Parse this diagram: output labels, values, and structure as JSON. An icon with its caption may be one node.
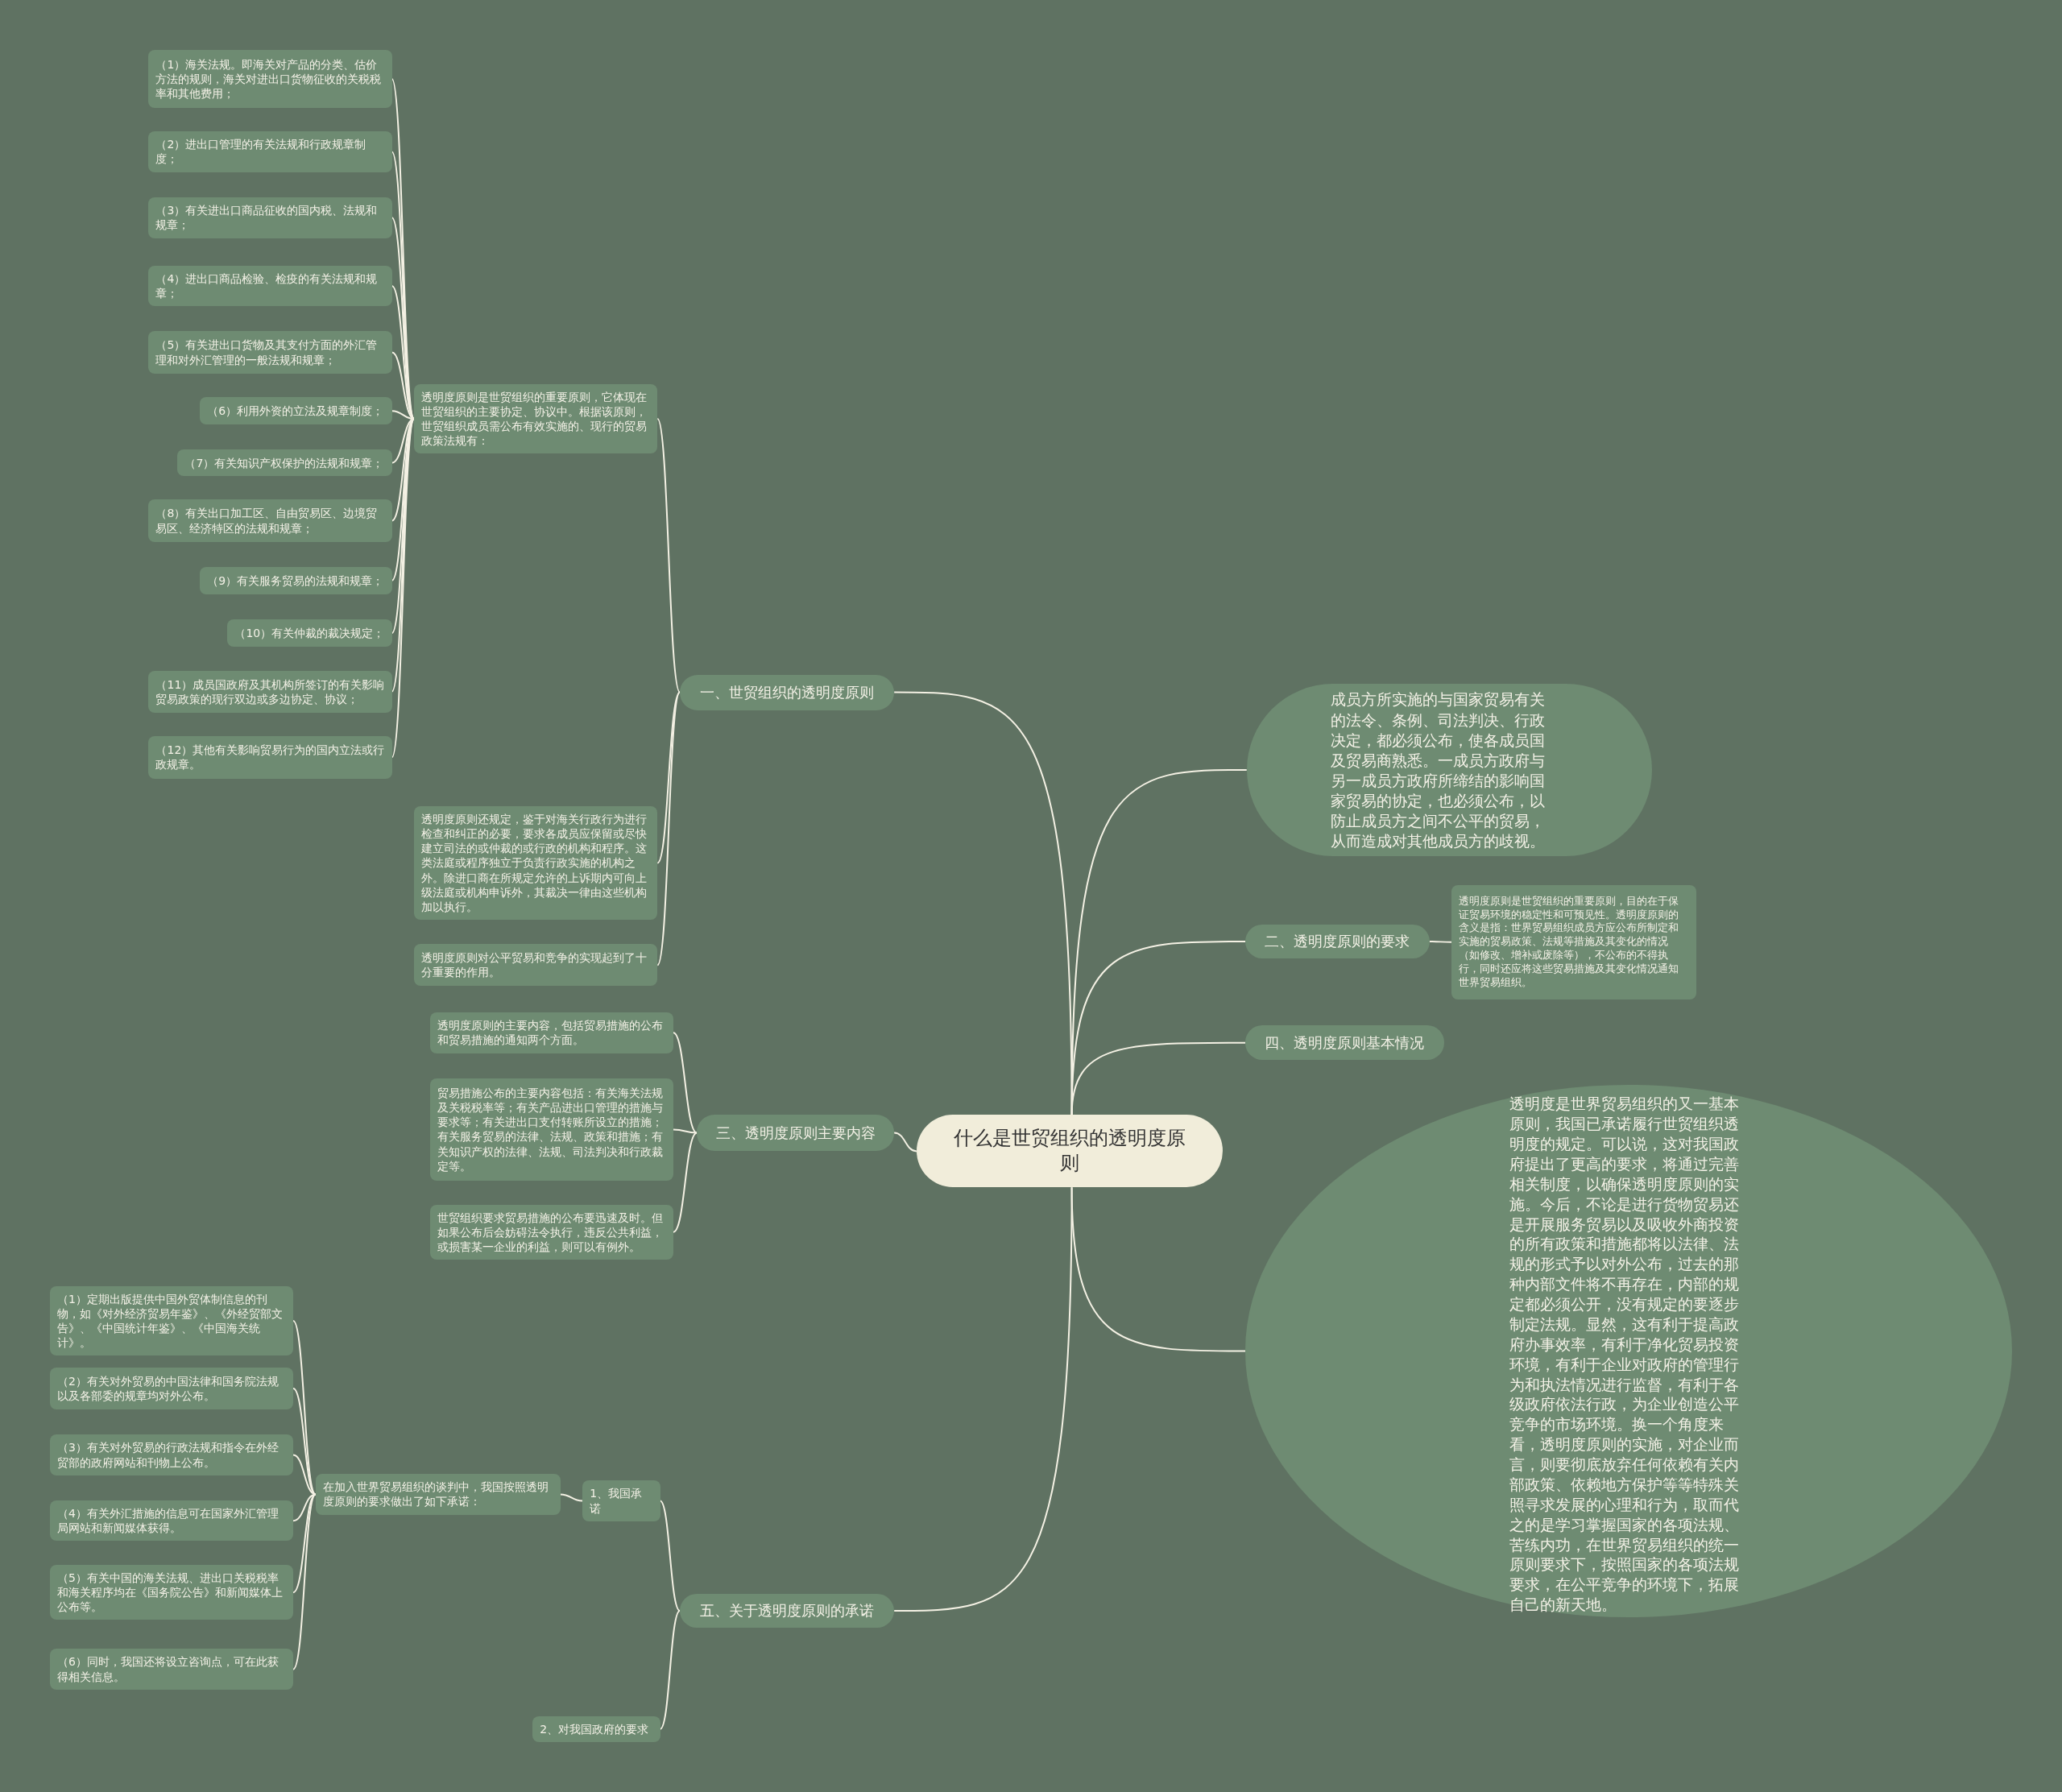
{
  "diagram": {
    "nodes": [
      {
        "text": [
          "什么是世贸组织的透明度原则"
        ]
      },
      {
        "text": [
          "一、世贸组织的透明度原则"
        ]
      },
      {
        "text": [
          "透明度原则是世贸组织的重要原则，它体现在世贸组织的主要协定、协议中。根据该原则，世贸组织成员需公布有效实施的、现行的贸易政策法规有："
        ]
      },
      {
        "text": [
          "（1）海关法规。即海关对产品的分类、估价方法的规则，海关对进出口货物征收的关税税率和其他费用；"
        ]
      },
      {
        "text": [
          "（2）进出口管理的有关法规和行政规章制度；"
        ]
      },
      {
        "text": [
          "（3）有关进出口商品征收的国内税、法规和规章；"
        ]
      },
      {
        "text": [
          "（4）进出口商品检验、检疫的有关法规和规章；"
        ]
      },
      {
        "text": [
          "（5）有关进出口货物及其支付方面的外汇管理和对外汇管理的一般法规和规章；"
        ]
      },
      {
        "text": [
          "（6）利用外资的立法及规章制度；"
        ]
      },
      {
        "text": [
          "（7）有关知识产权保护的法规和规章；"
        ]
      },
      {
        "text": [
          "（8）有关出口加工区、自由贸易区、边境贸易区、经济特区的法规和规章；"
        ]
      },
      {
        "text": [
          "（9）有关服务贸易的法规和规章；"
        ]
      },
      {
        "text": [
          "（10）有关仲裁的裁决规定；"
        ]
      },
      {
        "text": [
          "（11）成员国政府及其机构所签订的有关影响贸易政策的现行双边或多边协定、协议；"
        ]
      },
      {
        "text": [
          "（12）其他有关影响贸易行为的国内立法或行政规章。"
        ]
      },
      {
        "text": [
          "透明度原则还规定，鉴于对海关行政行为进行检查和纠正的必要，要求各成员应保留或尽快建立司法的或仲裁的或行政的机构和程序。这类法庭或程序独立于负责行政实施的机构之外。除进口商在所规定允许的上诉期内可向上级法庭或机构申诉外，其裁决一律由这些机构加以执行。"
        ]
      },
      {
        "text": [
          "透明度原则对公平贸易和竞争的实现起到了十分重要的作用。"
        ]
      },
      {
        "text": [
          "三、透明度原则主要内容"
        ]
      },
      {
        "text": [
          "透明度原则的主要内容，包括贸易措施的公布和贸易措施的通知两个方面。"
        ]
      },
      {
        "text": [
          "贸易措施公布的主要内容包括：有关海关法规及关税税率等；有关产品进出口管理的措施与要求等；有关进出口支付转账所设立的措施；有关服务贸易的法律、法规、政策和措施；有关知识产权的法律、法规、司法判决和行政裁定等。"
        ]
      },
      {
        "text": [
          "世贸组织要求贸易措施的公布要迅速及时。但如果公布后会妨碍法令执行，违反公共利益，或损害某一企业的利益，则可以有例外。"
        ]
      },
      {
        "text": [
          "五、关于透明度原则的承诺"
        ]
      },
      {
        "text": [
          "1、我国承诺"
        ]
      },
      {
        "text": [
          "在加入世界贸易组织的谈判中，我国按照透明度原则的要求做出了如下承诺："
        ]
      },
      {
        "text": [
          "（1）定期出版提供中国外贸体制信息的刊物，如《对外经济贸易年鉴》、《外经贸部文告》、《中国统计年鉴》、《中国海关统计》。"
        ]
      },
      {
        "text": [
          "（2）有关对外贸易的中国法律和国务院法规以及各部委的规章均对外公布。"
        ]
      },
      {
        "text": [
          "（3）有关对外贸易的行政法规和指令在外经贸部的政府网站和刊物上公布。"
        ]
      },
      {
        "text": [
          "（4）有关外汇措施的信息可在国家外汇管理局网站和新闻媒体获得。"
        ]
      },
      {
        "text": [
          "（5）有关中国的海关法规、进出口关税税率和海关程序均在《国务院公告》和新闻媒体上公布等。"
        ]
      },
      {
        "text": [
          "（6）同时，我国还将设立咨询点，可在此获得相关信息。"
        ]
      },
      {
        "text": [
          "2、对我国政府的要求"
        ]
      },
      {
        "text": [
          "成员方所实施的与国家贸易有关的法令、条例、司法判决、行政决定，都必须公布，使各成员国及贸易商熟悉。一成员方政府与另一成员方政府所缔结的影响国家贸易的协定，也必须公布，以防止成员方之间不公平的贸易，从而造成对其他成员方的歧视。"
        ]
      },
      {
        "text": [
          "二、透明度原则的要求"
        ]
      },
      {
        "text": [
          "透明度原则是世贸组织的重要原则，目的在于保证贸易环境的稳定性和可预见性。透明度原则的含义是指：世界贸易组织成员方应公布所制定和实施的贸易政策、法规等措施及其变化的情况（如修改、增补或废除等），不公布的不得执行，同时还应将这些贸易措施及其变化情况通知世界贸易组织。"
        ]
      },
      {
        "text": [
          "四、透明度原则基本情况"
        ]
      },
      {
        "text": [
          "透明度是世界贸易组织的又一基本原则，我国已承诺履行世贸组织透明度的规定。可以说，这对我国政府提出了更高的要求，将通过完善相关制度，以确保透明度原则的实施。今后，不论是进行货物贸易还是开展服务贸易以及吸收外商投资的所有政策和措施都将以法律、法规的形式予以对外公布，过去的那种内部文件将不再存在，内部的规定都必须公开，没有规定的要逐步制定法规。显然，这有利于提高政府办事效率，有利于净化贸易投资环境，有利于企业对政府的管理行为和执法情况进行监督，有利于各级政府依法行政，为企业创造公平竞争的市场环境。换一个角度来看，透明度原则的实施，对企业而言，则要彻底放弃任何依赖有关内部政策、依赖地方保护等等特殊关照寻求发展的心理和行为，取而代之的是学习掌握国家的各项法规、苦练内功，在世界贸易组织的统一原则要求下，按照国家的各项法规要求，在公平竞争的环境下，拓展自己的新天地。"
        ]
      }
    ],
    "edges": [
      {
        "from": 0,
        "to": 1,
        "arrow": "none"
      },
      {
        "from": 1,
        "to": 2,
        "arrow": "none"
      },
      {
        "from": 2,
        "to": 3,
        "arrow": "none"
      },
      {
        "from": 2,
        "to": 4,
        "arrow": "none"
      },
      {
        "from": 2,
        "to": 5,
        "arrow": "none"
      },
      {
        "from": 2,
        "to": 6,
        "arrow": "none"
      },
      {
        "from": 2,
        "to": 7,
        "arrow": "none"
      },
      {
        "from": 2,
        "to": 8,
        "arrow": "none"
      },
      {
        "from": 2,
        "to": 9,
        "arrow": "none"
      },
      {
        "from": 2,
        "to": 10,
        "arrow": "none"
      },
      {
        "from": 2,
        "to": 11,
        "arrow": "none"
      },
      {
        "from": 2,
        "to": 12,
        "arrow": "none"
      },
      {
        "from": 2,
        "to": 13,
        "arrow": "none"
      },
      {
        "from": 2,
        "to": 14,
        "arrow": "none"
      },
      {
        "from": 1,
        "to": 15,
        "arrow": "none"
      },
      {
        "from": 1,
        "to": 16,
        "arrow": "none"
      },
      {
        "from": 0,
        "to": 17,
        "arrow": "none"
      },
      {
        "from": 17,
        "to": 18,
        "arrow": "none"
      },
      {
        "from": 17,
        "to": 19,
        "arrow": "none"
      },
      {
        "from": 17,
        "to": 20,
        "arrow": "none"
      },
      {
        "from": 0,
        "to": 21,
        "arrow": "none"
      },
      {
        "from": 21,
        "to": 22,
        "arrow": "none"
      },
      {
        "from": 22,
        "to": 23,
        "arrow": "none"
      },
      {
        "from": 23,
        "to": 24,
        "arrow": "none"
      },
      {
        "from": 23,
        "to": 25,
        "arrow": "none"
      },
      {
        "from": 23,
        "to": 26,
        "arrow": "none"
      },
      {
        "from": 23,
        "to": 27,
        "arrow": "none"
      },
      {
        "from": 23,
        "to": 28,
        "arrow": "none"
      },
      {
        "from": 23,
        "to": 29,
        "arrow": "none"
      },
      {
        "from": 21,
        "to": 30,
        "arrow": "none"
      },
      {
        "from": 0,
        "to": 31,
        "arrow": "none"
      },
      {
        "from": 0,
        "to": 32,
        "arrow": "none"
      },
      {
        "from": 32,
        "to": 33,
        "arrow": "none"
      },
      {
        "from": 0,
        "to": 34,
        "arrow": "none"
      },
      {
        "from": 0,
        "to": 35,
        "arrow": "none"
      }
    ]
  }
}
